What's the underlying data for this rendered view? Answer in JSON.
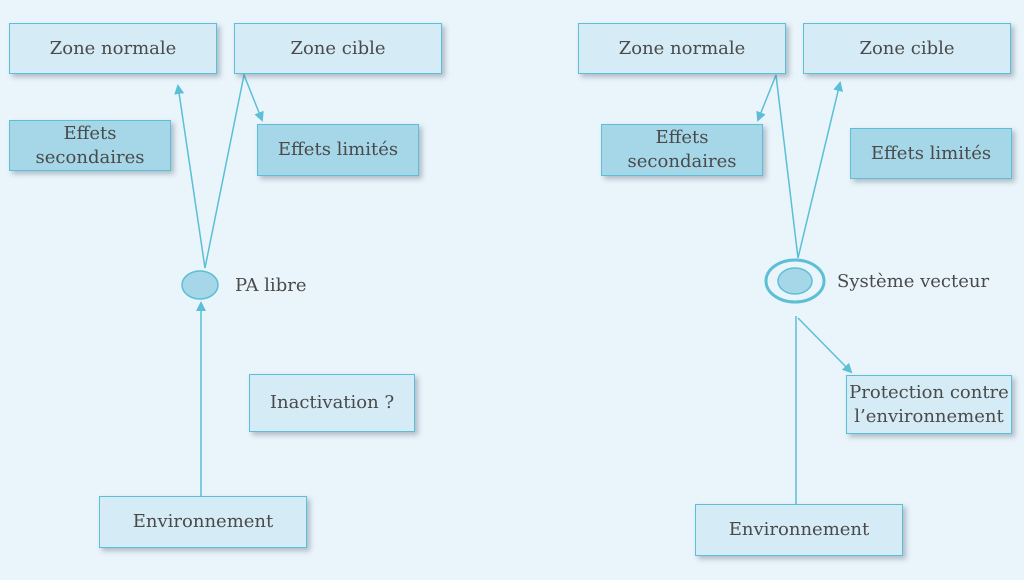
{
  "left": {
    "zone_normale": "Zone normale",
    "zone_cible": "Zone cible",
    "effets_secondaires": "Effets\nsecondaires",
    "effets_limites": "Effets limités",
    "center_label": "PA libre",
    "inactivation": "Inactivation ?",
    "environnement": "Environnement"
  },
  "right": {
    "zone_normale": "Zone normale",
    "zone_cible": "Zone cible",
    "effets_secondaires": "Effets\nsecondaires",
    "effets_limites": "Effets limités",
    "center_label": "Système vecteur",
    "protection": "Protection contre\nl’environnement",
    "environnement": "Environnement"
  },
  "colors": {
    "line": "#5bbfd6",
    "box_light": "#d5ebf5",
    "box_medium": "#a5d7e8",
    "background": "#eaf4fb"
  }
}
